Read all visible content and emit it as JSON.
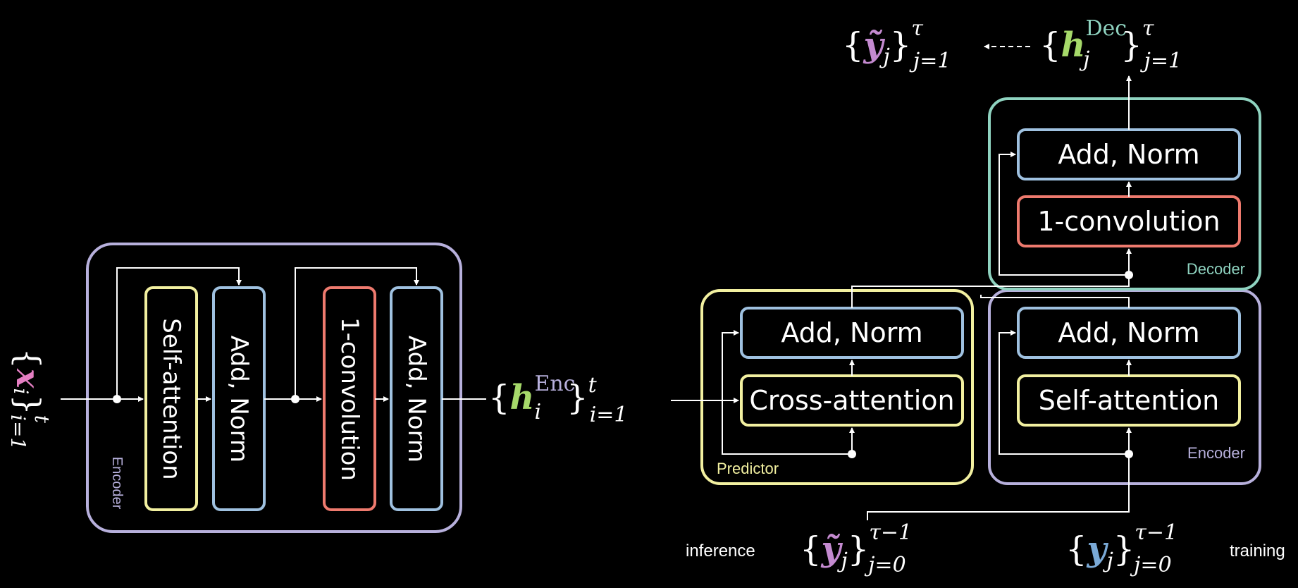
{
  "colors": {
    "background": "#000000",
    "line": "#ffffff",
    "encoder": "#b7b0dc",
    "decoder": "#8fd3c0",
    "predictor": "#f2f0a0",
    "self_attention": "#f2f0a0",
    "add_norm": "#9fc1e0",
    "convolution": "#ee7a6e",
    "x_symbol": "#e57fc3",
    "h_symbol": "#a6d96a",
    "y_tilde_symbol": "#c48ad0",
    "y_symbol": "#7aa9d6",
    "enc_superscript": "#b7b0dc",
    "dec_superscript": "#8fd3c0"
  },
  "left_encoder": {
    "label": "Encoder",
    "blocks": [
      "Self-attention",
      "Add, Norm",
      "1-convolution",
      "Add, Norm"
    ],
    "input": {
      "brace_open": "{",
      "symbol": "x",
      "sub": "i",
      "brace_close": "}",
      "sup": "t",
      "range_sub": "i=1"
    },
    "output": {
      "brace_open": "{",
      "symbol": "h",
      "sub": "i",
      "sup_label": "Enc",
      "brace_close": "}",
      "sup": "t",
      "range_sub": "i=1"
    }
  },
  "predictor": {
    "label": "Predictor",
    "blocks": [
      "Add, Norm",
      "Cross-attention"
    ]
  },
  "right_encoder": {
    "label": "Encoder",
    "blocks": [
      "Add, Norm",
      "Self-attention"
    ]
  },
  "decoder": {
    "label": "Decoder",
    "blocks": [
      "Add, Norm",
      "1-convolution"
    ]
  },
  "outputs": {
    "y_tilde": {
      "brace_open": "{",
      "symbol": "ỹ",
      "sub": "j",
      "brace_close": "}",
      "sup": "τ",
      "range_sub": "j=1"
    },
    "h_dec": {
      "brace_open": "{",
      "symbol": "h",
      "sub": "j",
      "sup_label": "Dec",
      "brace_close": "}",
      "sup": "τ",
      "range_sub": "j=1"
    }
  },
  "inputs": {
    "inference_label": "inference",
    "training_label": "training",
    "y_tilde": {
      "brace_open": "{",
      "symbol": "ỹ",
      "sub": "j",
      "brace_close": "}",
      "sup": "τ−1",
      "range_sub": "j=0"
    },
    "y": {
      "brace_open": "{",
      "symbol": "y",
      "sub": "j",
      "brace_close": "}",
      "sup": "τ−1",
      "range_sub": "j=0"
    }
  }
}
